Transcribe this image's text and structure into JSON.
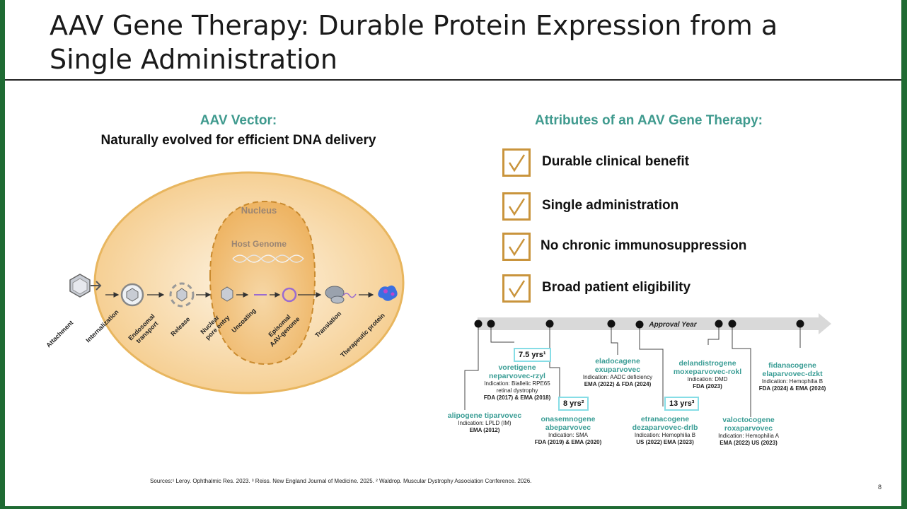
{
  "title_line1": "AAV Gene Therapy: Durable Protein Expression from a",
  "title_line2": "Single Administration",
  "left_heading": "AAV Vector:",
  "left_subheading": "Naturally evolved for efficient DNA delivery",
  "diagram": {
    "nucleus": "Nucleus",
    "host_genome": "Host Genome",
    "steps": [
      "Attachment",
      "Internalization",
      "Endosomal",
      "transport",
      "Release",
      "Nuclear",
      "pore entry",
      "Uncoating",
      "Episomal",
      "AAV-genome",
      "Translation",
      "Therapeutic protein"
    ]
  },
  "right_heading": "Attributes of an AAV Gene Therapy:",
  "attributes": [
    "Durable clinical benefit",
    "Single administration",
    "No chronic immunosuppression",
    "Broad patient eligibility"
  ],
  "timeline": {
    "label": "Approval Year",
    "drugs": [
      {
        "name1": "alipogene tiparvovec",
        "name2": "",
        "ind1": "Indication: LPLD (IM)",
        "ind2": "",
        "reg": "EMA (2012)"
      },
      {
        "name1": "voretigene",
        "name2": "neparvovec-rzyl",
        "ind1": "Indication: Biallelic RPE65",
        "ind2": "retinal dystrophy",
        "reg": "FDA (2017) & EMA (2018)"
      },
      {
        "name1": "onasemnogene",
        "name2": "abeparvovec",
        "ind1": "Indication: SMA",
        "ind2": "",
        "reg": "FDA (2019) & EMA (2020)"
      },
      {
        "name1": "eladocagene",
        "name2": "exuparvovec",
        "ind1": "Indication: AADC deficiency",
        "ind2": "",
        "reg": "EMA (2022) & FDA (2024)"
      },
      {
        "name1": "etranacogene",
        "name2": "dezaparvovec-drlb",
        "ind1": "Indication: Hemophilia B",
        "ind2": "",
        "reg": "US (2022) EMA (2023)"
      },
      {
        "name1": "delandistrogene",
        "name2": "moxeparvovec-rokl",
        "ind1": "Indication: DMD",
        "ind2": "",
        "reg": "FDA (2023)"
      },
      {
        "name1": "valoctocogene",
        "name2": "roxaparvovec",
        "ind1": "Indication: Hemophilia A",
        "ind2": "",
        "reg": "EMA (2022) US (2023)"
      },
      {
        "name1": "fidanacogene",
        "name2": "elaparvovec-dzkt",
        "ind1": "Indication: Hemophilia B",
        "ind2": "",
        "reg": "FDA (2024) & EMA (2024)"
      }
    ],
    "durations": [
      "7.5 yrs¹",
      "8 yrs²",
      "13 yrs³"
    ]
  },
  "sources": "Sources:¹ Leroy. Ophthalmic Res. 2023. ³ Reiss. New England Journal of Medicine. 2025. ² Waldrop. Muscular Dystrophy Association Conference. 2026.",
  "page_number": "8",
  "colors": {
    "teal": "#3f9a8e",
    "cell": "#f3c98a",
    "cell_border": "#e7b45e",
    "check": "#c9943c",
    "arrow": "#d6d6d6"
  }
}
